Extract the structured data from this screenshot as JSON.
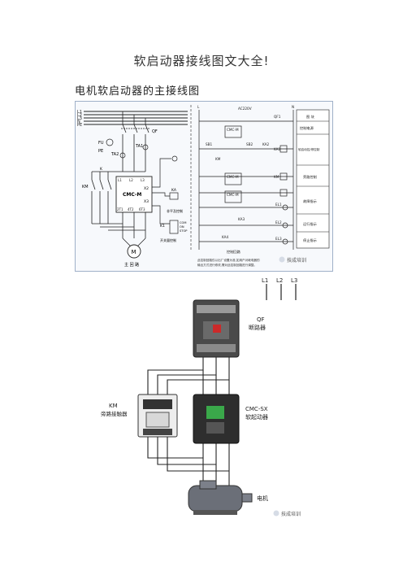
{
  "page": {
    "title": "软启动器接线图文大全!",
    "section_title": "电机软启动器的主接线图"
  },
  "figure1": {
    "lines": [
      "L1",
      "L2",
      "L3",
      "N",
      "PE"
    ],
    "qf": "QF",
    "fu": "FU",
    "pe_label": "PE",
    "km": "KM",
    "ta1": "TA1",
    "ta2": "TA2",
    "starter": "CMC-M",
    "x2": "X2",
    "x3": "X3",
    "ka": "KA",
    "terminals_top": [
      "L1",
      "L2",
      "L3"
    ],
    "terminals_bottom": [
      "2T1",
      "4T2",
      "6T3"
    ],
    "motor_symbol": "M",
    "motor_label": "主 回 路",
    "note_ka": "非平及控制",
    "note_k1": "开关量控制",
    "k1_labels": [
      "COM",
      "ON",
      "STOP"
    ],
    "ctrl_supply": "AC220V",
    "ctrl_qf": "QF1",
    "ctrl_boxes": [
      "CMC-M",
      "CMC-M",
      "CMC-M"
    ],
    "ctrl_parts": [
      "SB1",
      "SB2",
      "KA2",
      "KA1",
      "KM",
      "KM",
      "EL1",
      "EL2",
      "EL3",
      "KA3",
      "KA4"
    ],
    "legend": [
      "图 块",
      "控制电源",
      "软启动控/停控制",
      "旁路控制",
      "故障指示",
      "运行指示",
      "停止指示"
    ],
    "ctrl_footer": "控制回路",
    "note_text": [
      "此控制回路仅以出厂设置为准,如用户对继电器的",
      "输出方式进行修改,需对此控制回路进行调整。"
    ],
    "watermark": "技成培训"
  },
  "figure2": {
    "lines": [
      "L1",
      "L2",
      "L3"
    ],
    "breaker_label": "QF",
    "breaker_desc": "断路器",
    "contactor_label": "KM",
    "contactor_desc": "旁路接触器",
    "softstarter_label": "CMC-SX",
    "softstarter_desc": "软起动器",
    "motor_desc": "电机",
    "watermark": "技成培训"
  }
}
